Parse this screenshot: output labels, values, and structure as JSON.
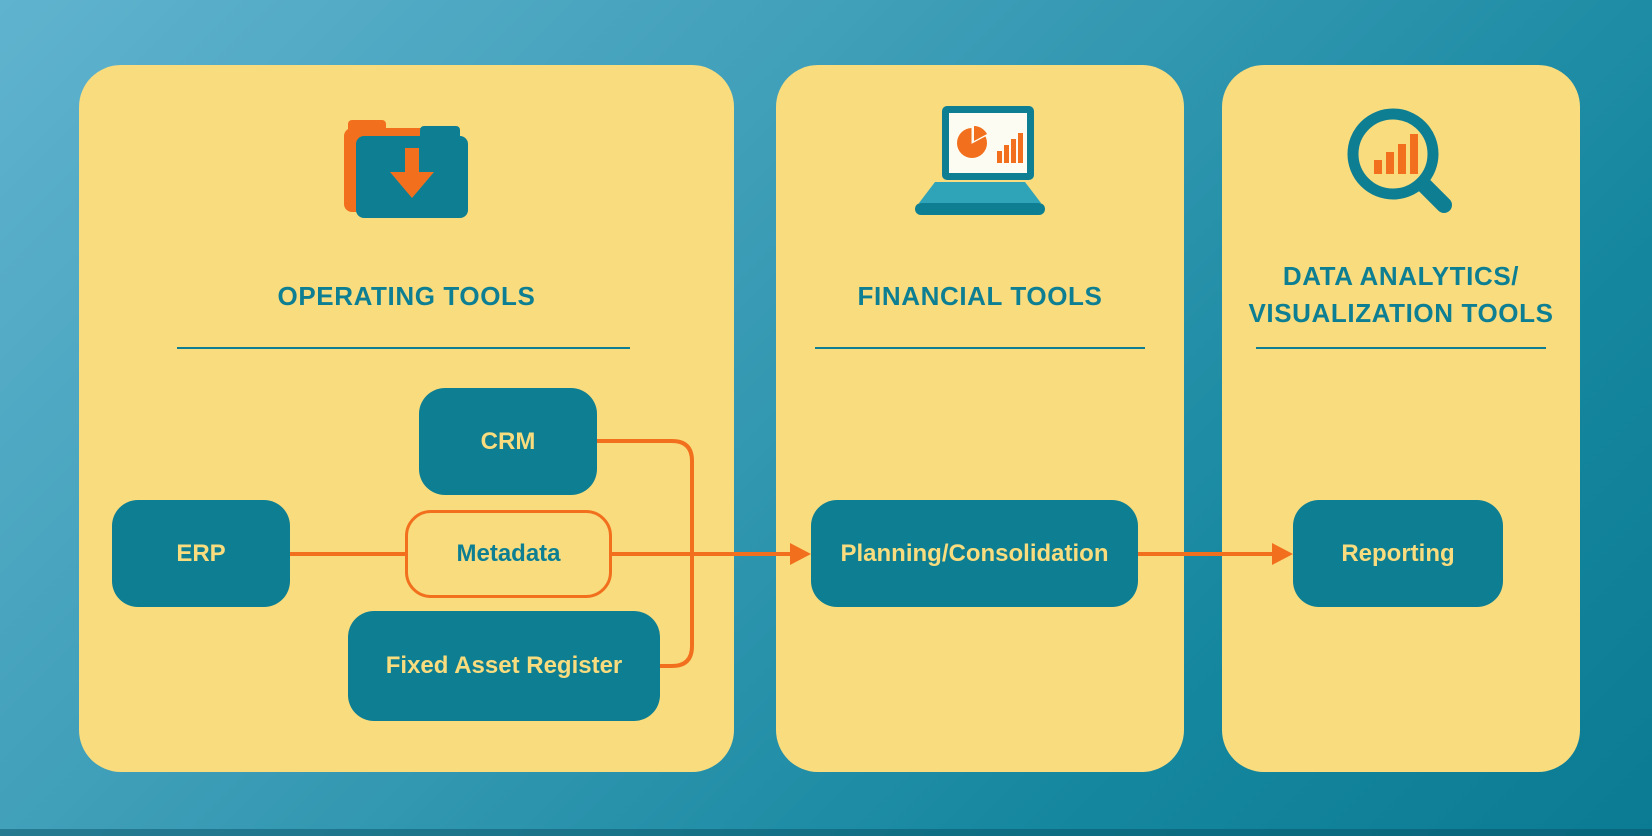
{
  "colors": {
    "background_top": "#60b3ce",
    "background_bottom": "#0b7b93",
    "panel_yellow": "#f8dc7e",
    "teal": "#0e7f93",
    "orange": "#f2701d",
    "node_label_yellow": "#f8dc7e"
  },
  "panels": [
    {
      "id": "operating-tools",
      "title_lines": [
        "OPERATING TOOLS"
      ],
      "icon": "folder-download-icon"
    },
    {
      "id": "financial-tools",
      "title_lines": [
        "FINANCIAL TOOLS"
      ],
      "icon": "laptop-analytics-icon"
    },
    {
      "id": "data-analytics",
      "title_lines": [
        "DATA ANALYTICS/",
        "VISUALIZATION TOOLS"
      ],
      "icon": "magnifier-bar-chart-icon"
    }
  ],
  "nodes": {
    "crm": "CRM",
    "erp": "ERP",
    "metadata": "Metadata",
    "fixed_asset_register": "Fixed Asset Register",
    "planning_consolidation": "Planning/Consolidation",
    "reporting": "Reporting"
  },
  "edges": [
    {
      "from": "ERP",
      "to": "Metadata"
    },
    {
      "from": "CRM",
      "to": "Planning/Consolidation"
    },
    {
      "from": "Metadata",
      "to": "Planning/Consolidation"
    },
    {
      "from": "Fixed Asset Register",
      "to": "Planning/Consolidation"
    },
    {
      "from": "Planning/Consolidation",
      "to": "Reporting"
    }
  ]
}
